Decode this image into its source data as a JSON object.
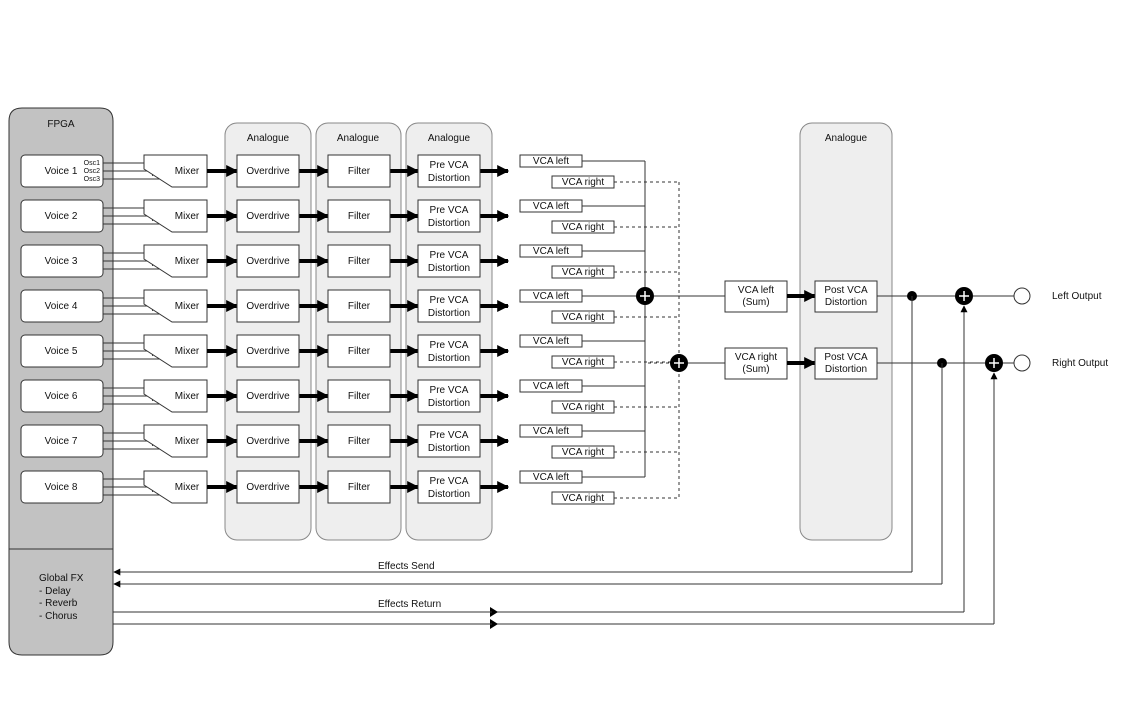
{
  "fpga": {
    "title": "FPGA",
    "voices": [
      "Voice 1",
      "Voice 2",
      "Voice 3",
      "Voice 4",
      "Voice 5",
      "Voice 6",
      "Voice 7",
      "Voice 8"
    ],
    "osc_labels": [
      "Osc1",
      "Osc2",
      "Osc3"
    ]
  },
  "global_fx": {
    "title": "Global FX",
    "items": [
      "- Delay",
      "- Reverb",
      "- Chorus"
    ]
  },
  "panels": {
    "analogue": "Analogue"
  },
  "chain": {
    "mixer": "Mixer",
    "overdrive": "Overdrive",
    "filter": "Filter",
    "pre_vca_line1": "Pre VCA",
    "pre_vca_line2": "Distortion"
  },
  "vca": {
    "left": "VCA left",
    "right": "VCA right"
  },
  "sum": {
    "left_line1": "VCA left",
    "left_line2": "(Sum)",
    "right_line1": "VCA right",
    "right_line2": "(Sum)"
  },
  "post_vca": {
    "line1": "Post VCA",
    "line2": "Distortion"
  },
  "outputs": {
    "left": "Left Output",
    "right": "Right Output"
  },
  "effects": {
    "send": "Effects Send",
    "return": "Effects Return"
  }
}
